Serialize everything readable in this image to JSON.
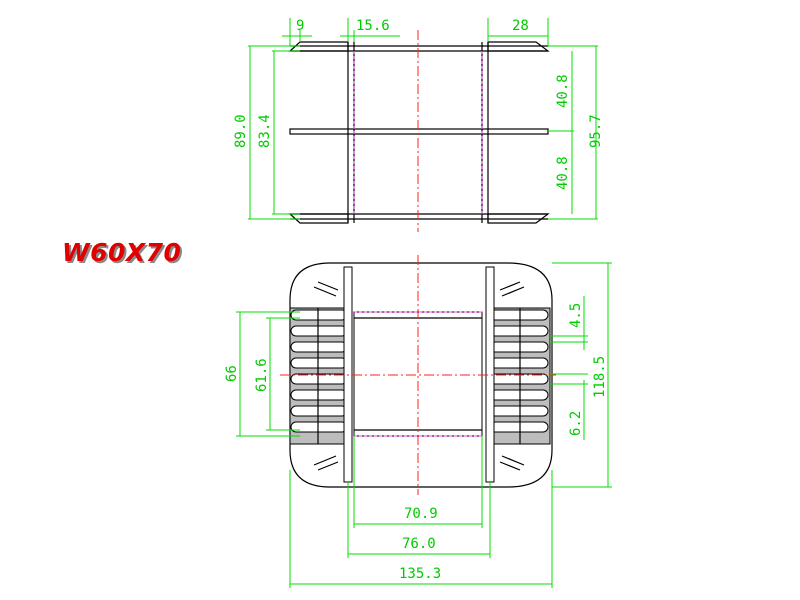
{
  "title": "W60X70",
  "dimensions": {
    "top_view": {
      "flange": "9",
      "tube_wall": "15.6",
      "side_gap": "28",
      "total_height": "89.0",
      "inner_height": "83.4",
      "upper_half": "40.8",
      "lower_half": "40.8",
      "overall_height": "95.7"
    },
    "front_view": {
      "window_height_outer": "66",
      "window_height_inner": "61.6",
      "pin_pitch": "4.5",
      "pin_spacing": "6.2",
      "total_height": "118.5",
      "inner_width": "70.9",
      "outer_width": "76.0",
      "total_width": "135.3"
    }
  },
  "colors": {
    "outline": "#000000",
    "dimension": "#00cc00",
    "centerline": "#ff2020",
    "hidden": "#ff40ff",
    "title": "#e00000"
  }
}
